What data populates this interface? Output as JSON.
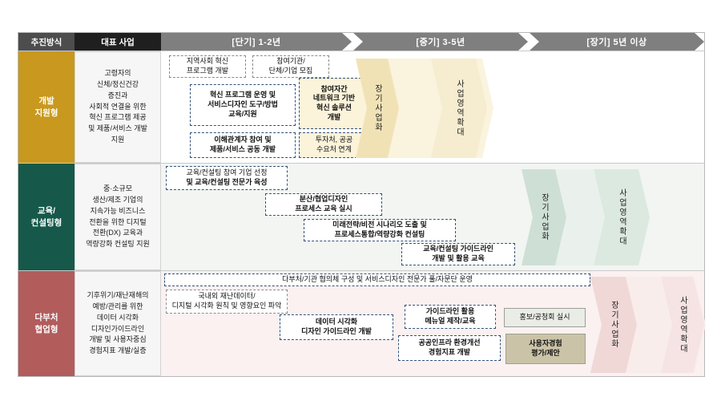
{
  "header": {
    "method_label": "추진방식",
    "project_label": "대표 사업",
    "phases": [
      "[단기] 1-2년",
      "[중기] 3-5년",
      "[장기] 5년 이상"
    ]
  },
  "rows": {
    "dev": {
      "label": "개발\n지원형",
      "description": "고령자의\n신체/정신건강\n증진과\n사회적 연결을 위한\n혁신 프로그램 제공\n및 제품/서비스 개발\n지원",
      "boxes": {
        "community": "지역사회 혁신\n프로그램 개발",
        "recruit": "참여기관/\n단체/기업 모집",
        "program": "혁신 프로그램 운영 및\n서비스디자인 도구/방법\n교육/지원",
        "network": "참여자간\n네트워크 기반\n혁신 솔루션\n개발",
        "stakeholder": "이해관계자 참여 및\n제품/서비스 공동 개발",
        "investor": "투자처, 공공\n수요처 연계"
      },
      "arrow_longterm": "장기사업화",
      "arrow_expand": "사업영역확대"
    },
    "edu": {
      "label": "교육/\n컨설팅형",
      "description": "중·소규모\n생산/제조 기업의\n지속가능 비즈니스\n전환을 위한 디지털\n전환(DX) 교육과\n역량강화 컨설팅 지원",
      "boxes": {
        "select_line1": "교육/컨설팅 참여 기업 선정",
        "select_line2": "및 교육/컨설팅 전문가 육성",
        "process": "분산/협업디자인\n프로세스 교육 실시",
        "strategy": "미래전략/비전 시나리오 도출 및\n프로세스통합/역량강화 컨설팅",
        "guideline": "교육/컨설팅 가이드라인\n개발 및 활용 교육"
      },
      "arrow_longterm": "장기사업화",
      "arrow_expand": "사업영역확대"
    },
    "multi": {
      "label": "다부처\n협업형",
      "description": "기후위기/재난재해의\n예방/관리를 위한\n데이터 시각화\n디자인가이드라인\n개발 및 사용자중심\n경험지표 개발/실증",
      "boxes": {
        "council": "다부처/기관 협의체 구성 및 서비스디자인 전문가 풀/자문단 운영",
        "research": "국내외 재난데이터/\n디지털 시각화 원칙 및 영향요인 파악",
        "visual": "데이터 시각화\n디자인 가이드라인 개발",
        "manual": "가이드라인 활용\n메뉴얼 제작/교육",
        "promo": "홍보/공청회 실시",
        "infra": "공공인프라 환경개선\n경험지표 개발",
        "ux": "사용자경험\n평가/제안"
      },
      "arrow_longterm": "장기사업화",
      "arrow_expand": "사업영역확대"
    }
  },
  "colors": {
    "dev_label": "#c8991e",
    "edu_label": "#16594a",
    "multi_label": "#b25c5c",
    "header_arrow": "#7f7f7f",
    "method_bg": "#4d4d4d",
    "project_bg": "#1f1f1f",
    "dashed_border": "#33527a"
  }
}
